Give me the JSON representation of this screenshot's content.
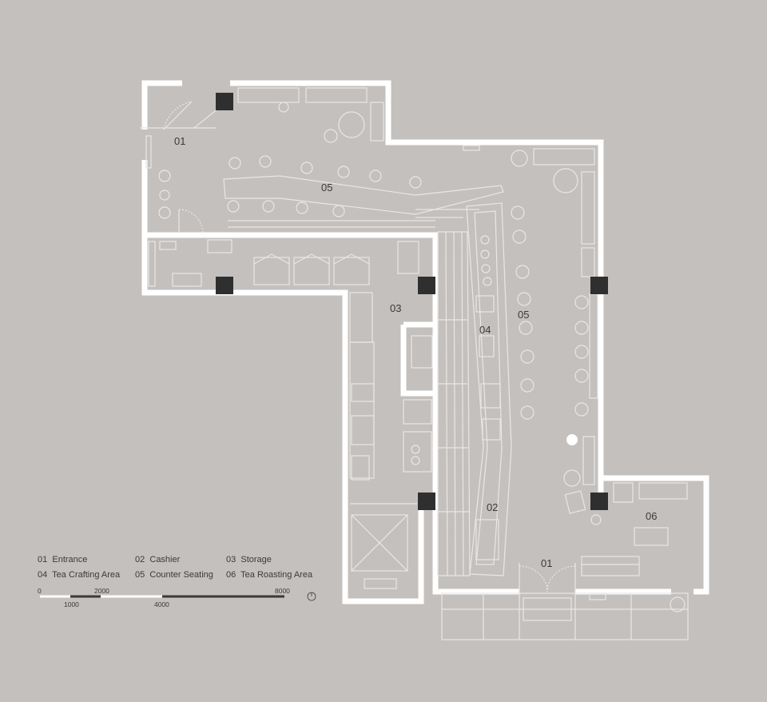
{
  "room_labels": {
    "entrance_top": "01",
    "entrance_bottom": "01",
    "cashier": "02",
    "storage": "03",
    "tea_crafting": "04",
    "counter_seating_top": "05",
    "counter_seating_right": "05",
    "tea_roasting": "06"
  },
  "legend": [
    [
      {
        "code": "01",
        "name": "Entrance"
      },
      {
        "code": "02",
        "name": "Cashier"
      },
      {
        "code": "03",
        "name": "Storage"
      }
    ],
    [
      {
        "code": "04",
        "name": "Tea Crafting Area"
      },
      {
        "code": "05",
        "name": "Counter Seating"
      },
      {
        "code": "06",
        "name": "Tea Roasting Area"
      }
    ]
  ],
  "scale": {
    "top_ticks": [
      "0",
      "2000",
      "8000"
    ],
    "bottom_ticks": [
      "1000",
      "4000"
    ]
  },
  "colors": {
    "background": "#c4c0bd",
    "wall": "#ffffff",
    "column": "#2f2f2f",
    "furniture_line": "#e9e7e5",
    "text": "#3a3a3a"
  },
  "icons": {
    "north_arrow": "compass-icon"
  }
}
